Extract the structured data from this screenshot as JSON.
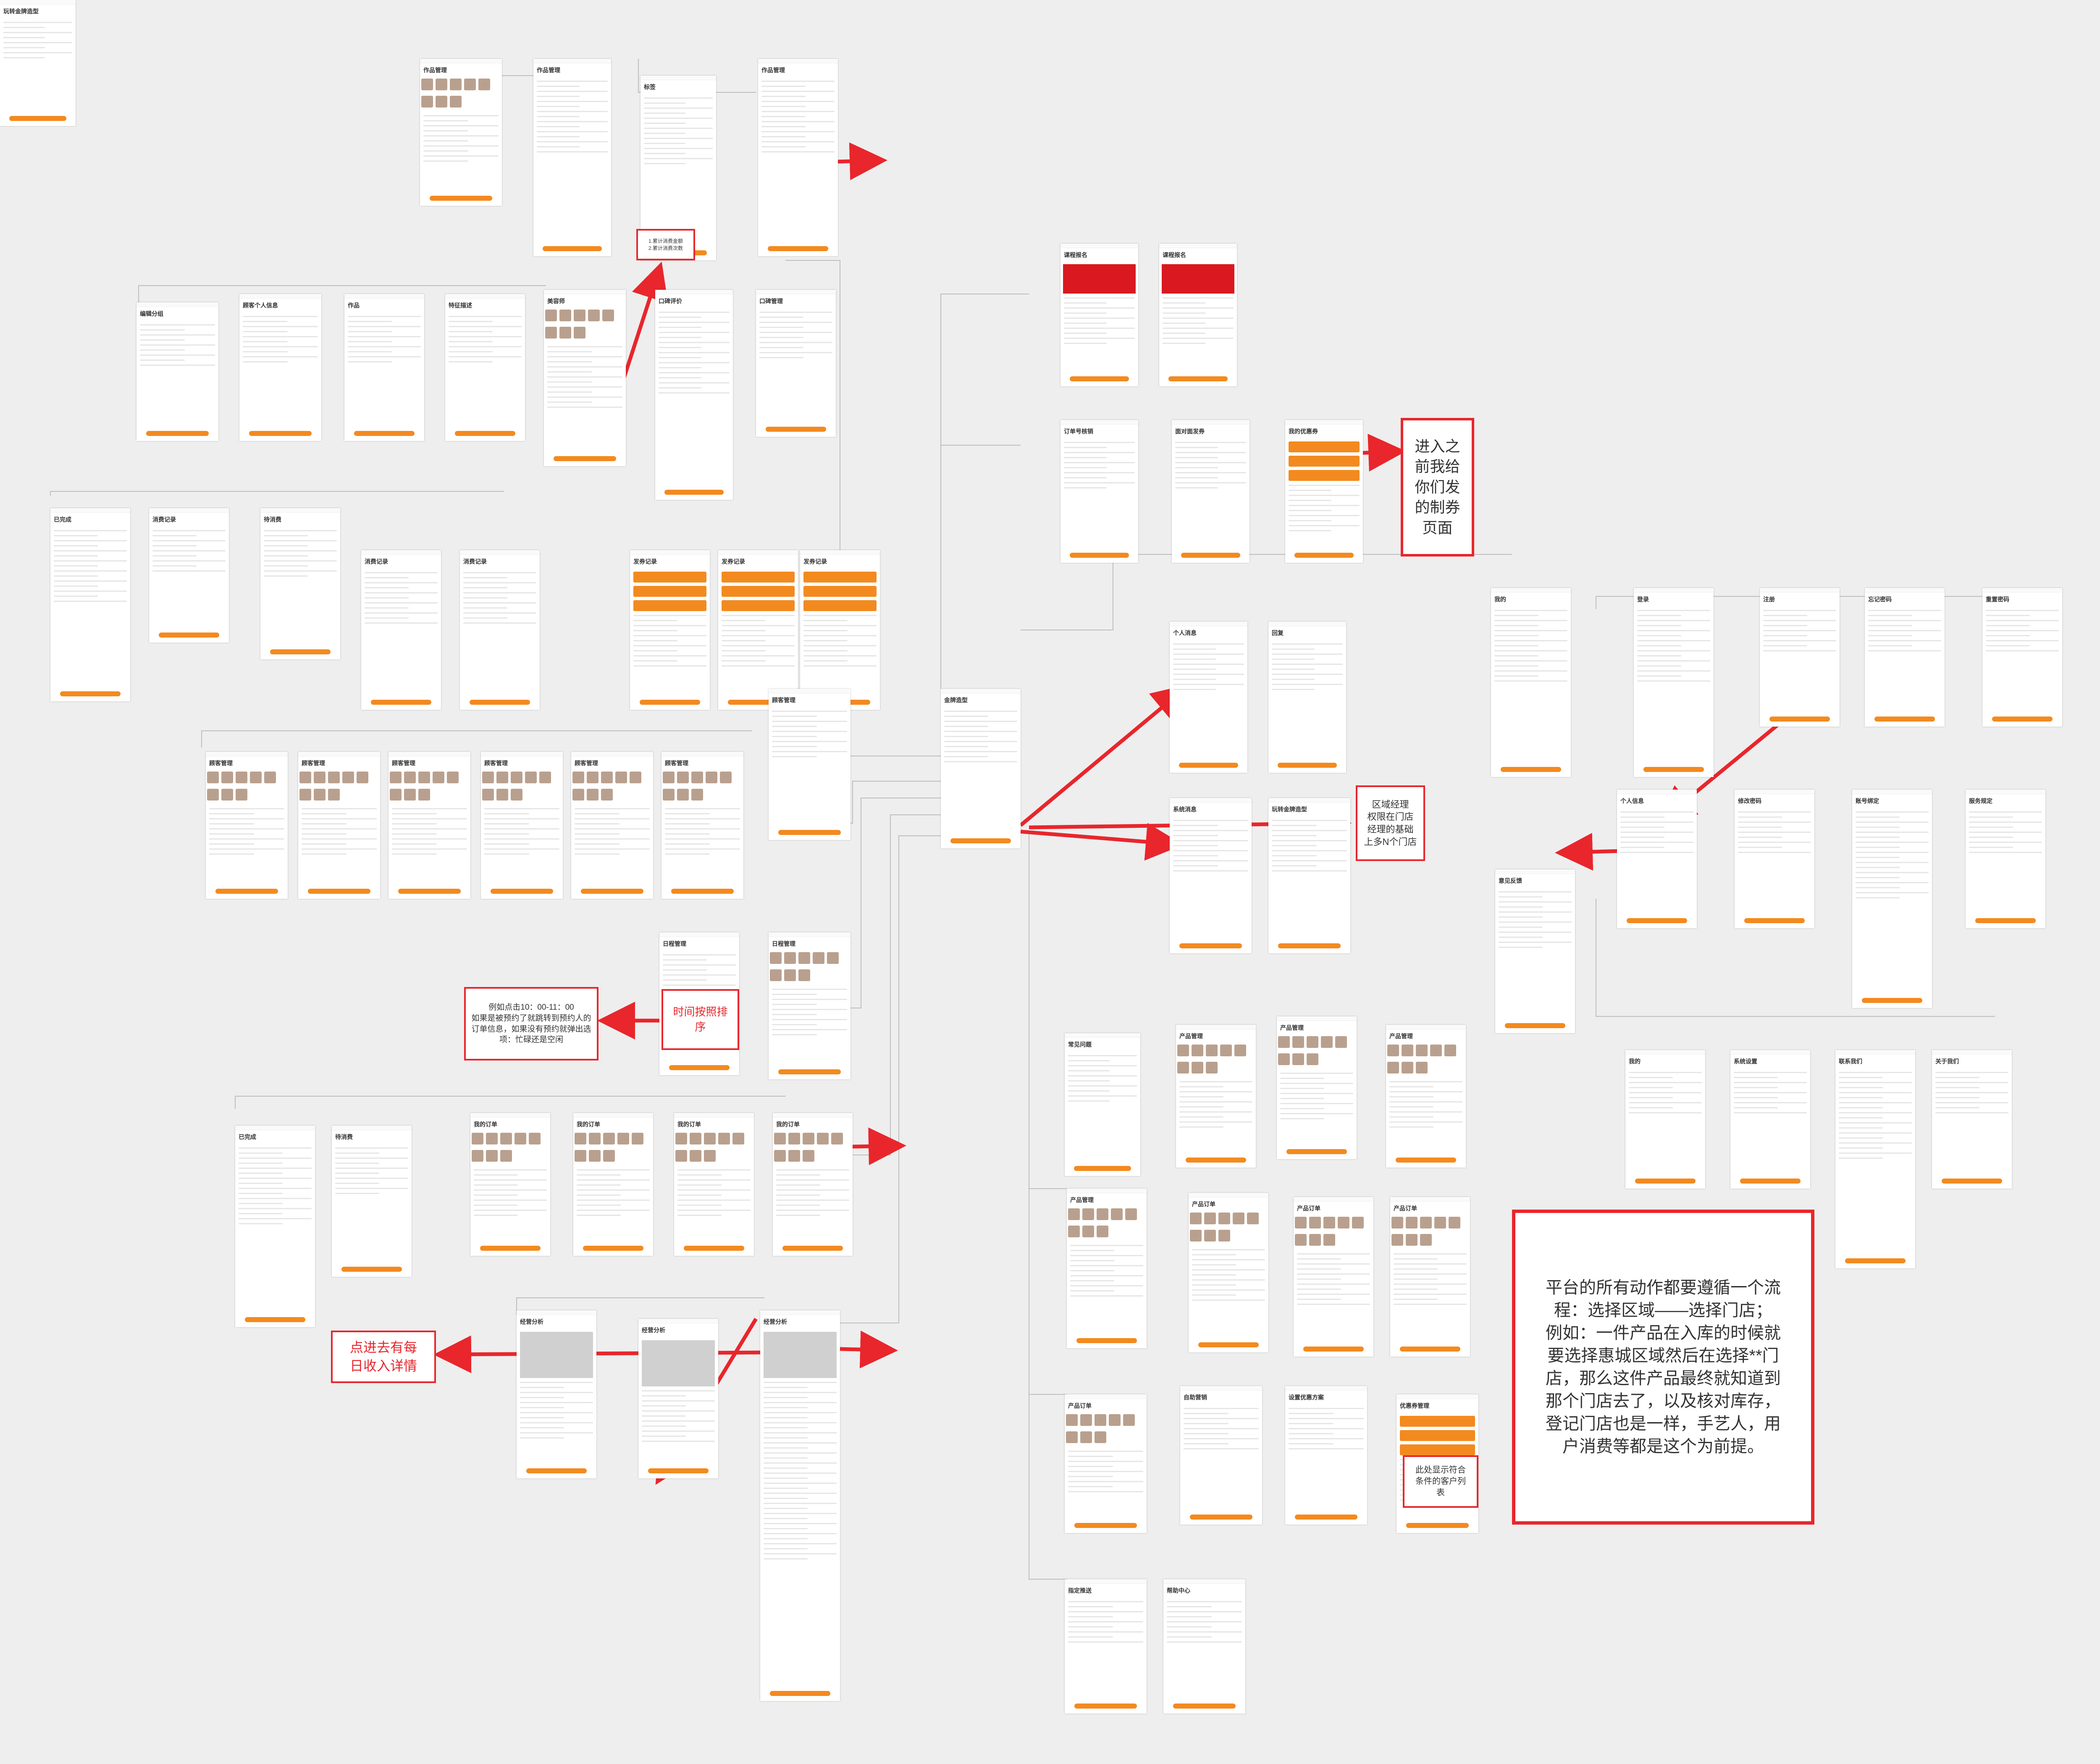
{
  "screens": [
    {
      "title": "作品管理",
      "kind": "gallery"
    },
    {
      "title": "作品管理",
      "kind": "form"
    },
    {
      "title": "标签",
      "kind": "tags"
    },
    {
      "title": "作品管理",
      "kind": "form"
    },
    {
      "title": "编辑分组",
      "kind": "list"
    },
    {
      "title": "顾客个人信息",
      "kind": "list"
    },
    {
      "title": "作品",
      "kind": "form"
    },
    {
      "title": "特征描述",
      "kind": "list"
    },
    {
      "title": "美容师",
      "kind": "gallery"
    },
    {
      "title": "口碑评价",
      "kind": "list"
    },
    {
      "title": "口碑管理",
      "kind": "list"
    },
    {
      "title": "已完成",
      "kind": "list"
    },
    {
      "title": "消费记录",
      "kind": "list"
    },
    {
      "title": "待消费",
      "kind": "list"
    },
    {
      "title": "消费记录",
      "kind": "list"
    },
    {
      "title": "消费记录",
      "kind": "list"
    },
    {
      "title": "发券记录",
      "kind": "coupon"
    },
    {
      "title": "发券记录",
      "kind": "coupon"
    },
    {
      "title": "发券记录",
      "kind": "coupon"
    },
    {
      "title": "顾客管理",
      "kind": "list"
    },
    {
      "title": "顾客管理",
      "kind": "gallery"
    },
    {
      "title": "顾客管理",
      "kind": "gallery"
    },
    {
      "title": "顾客管理",
      "kind": "gallery"
    },
    {
      "title": "顾客管理",
      "kind": "gallery"
    },
    {
      "title": "顾客管理",
      "kind": "gallery"
    },
    {
      "title": "顾客管理",
      "kind": "gallery"
    },
    {
      "title": "日程管理",
      "kind": "list"
    },
    {
      "title": "日程管理",
      "kind": "gallery"
    },
    {
      "title": "已完成",
      "kind": "list"
    },
    {
      "title": "待消费",
      "kind": "list"
    },
    {
      "title": "我的订单",
      "kind": "gallery"
    },
    {
      "title": "我的订单",
      "kind": "gallery"
    },
    {
      "title": "我的订单",
      "kind": "gallery"
    },
    {
      "title": "我的订单",
      "kind": "gallery"
    },
    {
      "title": "经营分析",
      "kind": "chart"
    },
    {
      "title": "经营分析",
      "kind": "chart"
    },
    {
      "title": "经营分析",
      "kind": "chart"
    },
    {
      "title": "金牌造型",
      "kind": "home"
    },
    {
      "title": "课程报名",
      "kind": "banner"
    },
    {
      "title": "课程报名",
      "kind": "banner"
    },
    {
      "title": "订单号核销",
      "kind": "form"
    },
    {
      "title": "面对面发券",
      "kind": "form"
    },
    {
      "title": "我的优惠券",
      "kind": "coupon"
    },
    {
      "title": "个人消息",
      "kind": "list"
    },
    {
      "title": "回复",
      "kind": "list"
    },
    {
      "title": "系统消息",
      "kind": "list"
    },
    {
      "title": "玩转金牌造型",
      "kind": "doc"
    },
    {
      "title": "我的",
      "kind": "list"
    },
    {
      "title": "登录",
      "kind": "form"
    },
    {
      "title": "注册",
      "kind": "form"
    },
    {
      "title": "忘记密码",
      "kind": "form"
    },
    {
      "title": "重置密码",
      "kind": "form"
    },
    {
      "title": "个人信息",
      "kind": "list"
    },
    {
      "title": "修改密码",
      "kind": "form"
    },
    {
      "title": "账号绑定",
      "kind": "form"
    },
    {
      "title": "服务规定",
      "kind": "doc"
    },
    {
      "title": "意见反馈",
      "kind": "form"
    },
    {
      "title": "我的",
      "kind": "list"
    },
    {
      "title": "系统设置",
      "kind": "list"
    },
    {
      "title": "联系我们",
      "kind": "doc"
    },
    {
      "title": "关于我们",
      "kind": "doc"
    },
    {
      "title": "常见问题",
      "kind": "list"
    },
    {
      "title": "产品管理",
      "kind": "product"
    },
    {
      "title": "产品管理",
      "kind": "product"
    },
    {
      "title": "产品管理",
      "kind": "product"
    },
    {
      "title": "产品管理",
      "kind": "product"
    },
    {
      "title": "产品订单",
      "kind": "product"
    },
    {
      "title": "产品订单",
      "kind": "product"
    },
    {
      "title": "产品订单",
      "kind": "product"
    },
    {
      "title": "产品订单",
      "kind": "product"
    },
    {
      "title": "自助营销",
      "kind": "list"
    },
    {
      "title": "设置优惠方案",
      "kind": "form"
    },
    {
      "title": "优惠券管理",
      "kind": "coupon"
    },
    {
      "title": "指定推送",
      "kind": "form"
    },
    {
      "title": "帮助中心",
      "kind": "list"
    },
    {
      "title": "玩转金牌造型",
      "kind": "doc"
    }
  ],
  "notes": [
    {
      "text": "1.累计消费金额\n2.累计消费次数"
    },
    {
      "text": "进入之\n前我给\n你们发\n的制券\n页面"
    },
    {
      "text": "区域经理\n权限在门店\n经理的基础\n上多N个门店"
    },
    {
      "text": "例如点击10：00-11：00\n如果是被预约了就跳转到预约人的订单信息，如果没有预约就弹出选项：忙碌还是空闲"
    },
    {
      "text": "时间按照排\n序"
    },
    {
      "text": "点进去有每\n日收入详情"
    },
    {
      "text": "此处显示符合\n条件的客户列\n表"
    },
    {
      "text": "平台的所有动作都要遵循一个流程：选择区域——选择门店；\n例如：一件产品在入库的时候就要选择惠城区域然后在选择**门店，那么这件产品最终就知道到那个门店去了，以及核对库存，\n登记门店也是一样，手艺人，用户消费等都是这个为前提。"
    }
  ]
}
